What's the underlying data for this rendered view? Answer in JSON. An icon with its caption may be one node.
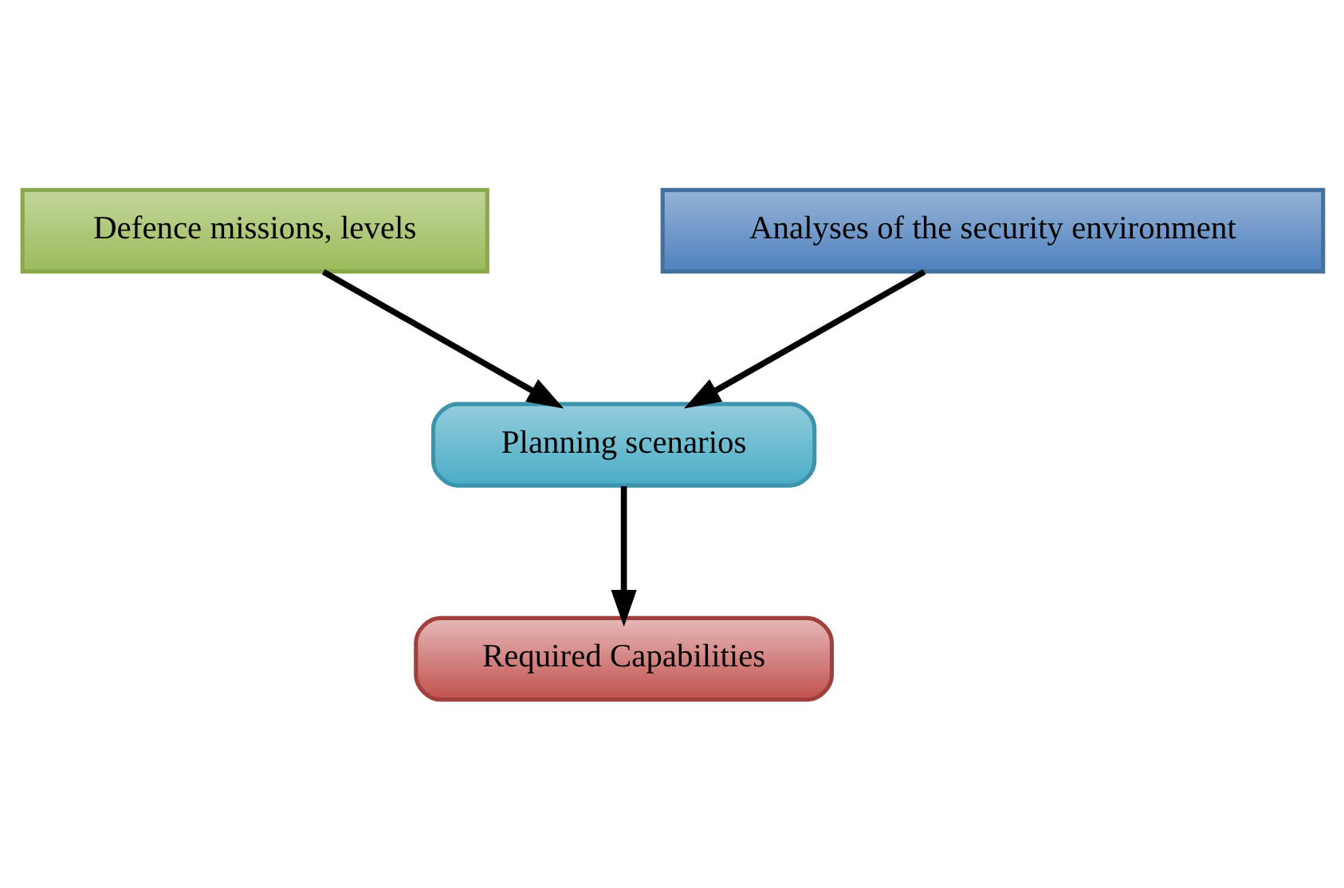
{
  "diagram": {
    "nodes": [
      {
        "text": [
          "Defence missions, levels"
        ]
      },
      {
        "text": [
          "Analyses of the security environment"
        ]
      },
      {
        "text": [
          "Planning scenarios"
        ]
      },
      {
        "text": [
          "Required Capabilities"
        ]
      }
    ],
    "edges": [
      {
        "from": 0,
        "to": 2,
        "arrow": "to"
      },
      {
        "from": 1,
        "to": 2,
        "arrow": "to"
      },
      {
        "from": 2,
        "to": 3,
        "arrow": "to"
      }
    ]
  }
}
